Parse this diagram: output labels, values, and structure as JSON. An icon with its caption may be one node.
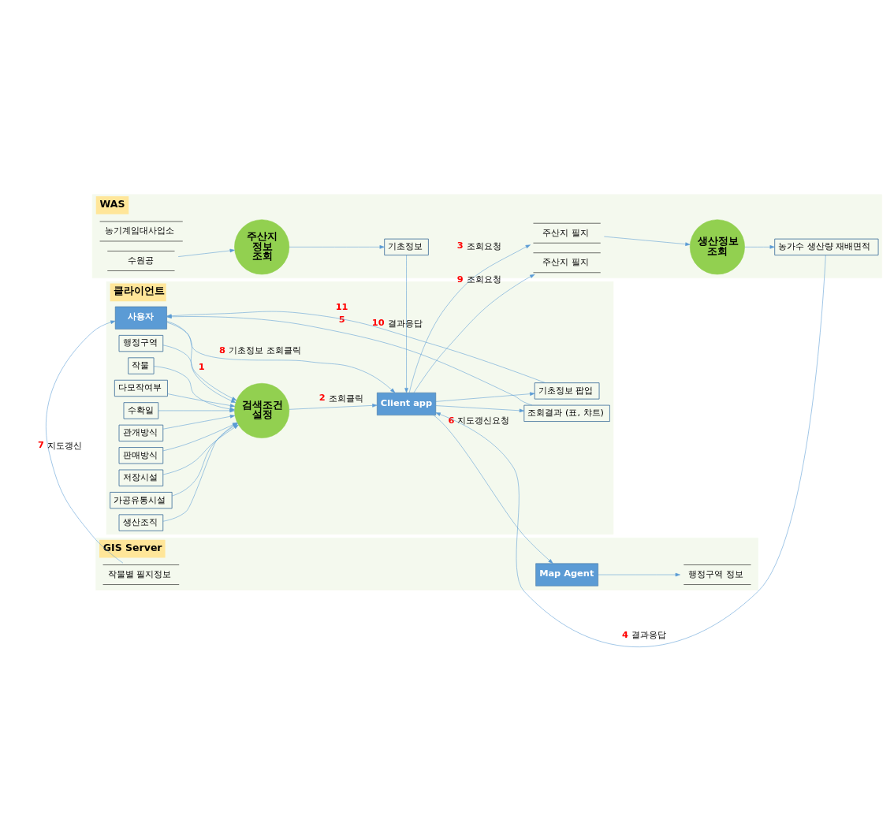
{
  "diagram": {
    "nodes": [
      {
        "text": [
          "클라이언트"
        ]
      },
      {
        "text": [
          "사용자"
        ],
        "in": 0
      },
      {
        "text": [
          "행정구역"
        ],
        "in": 0
      },
      {
        "text": [
          "작물"
        ],
        "in": 0
      },
      {
        "text": [
          "다모작여부"
        ],
        "in": 0
      },
      {
        "text": [
          "수확일"
        ],
        "in": 0
      },
      {
        "text": [
          "관개방식"
        ],
        "in": 0
      },
      {
        "text": [
          "판매방식"
        ],
        "in": 0
      },
      {
        "text": [
          "저장시설"
        ],
        "in": 0
      },
      {
        "text": [
          "가공유통시설"
        ],
        "in": 0
      },
      {
        "text": [
          "생산조직"
        ],
        "in": 0
      },
      {
        "text": [
          "검색조건 설정"
        ],
        "in": 0
      },
      {
        "text": [
          "조회결과 (표, 챠트)"
        ],
        "in": 0
      },
      {
        "text": [
          "기초정보 팝업"
        ],
        "in": 0
      },
      {
        "text": [
          "Client app"
        ],
        "in": 0
      },
      {
        "text": [
          "GIS Server"
        ]
      },
      {
        "text": [
          "작물별 필지정보"
        ],
        "in": 15
      },
      {
        "text": [
          "행정구역 정보"
        ],
        "in": 15
      },
      {
        "text": [
          "Map Agent"
        ],
        "in": 15
      },
      {
        "text": [
          "WAS"
        ]
      },
      {
        "text": [
          "주산지 필지"
        ],
        "in": 19
      },
      {
        "text": [
          "농가수 생산량 재배면적"
        ],
        "in": 19
      },
      {
        "text": [
          "생산정보 조회"
        ],
        "in": 19
      },
      {
        "text": [
          "주산지 필지"
        ],
        "in": 19
      },
      {
        "text": [
          "농기계임대사업소"
        ],
        "in": 19
      },
      {
        "text": [
          "수원공"
        ],
        "in": 19
      },
      {
        "text": [
          "기초정보"
        ],
        "in": 19
      },
      {
        "text": [
          "주산지 정보 조회"
        ],
        "in": 19
      }
    ],
    "edges": [
      {
        "from": 1,
        "to": 11,
        "arrow": "to",
        "label": "1"
      },
      {
        "from": 2,
        "to": 11,
        "arrow": "to"
      },
      {
        "from": 3,
        "to": 11,
        "arrow": "to"
      },
      {
        "from": 4,
        "to": 11,
        "arrow": "to"
      },
      {
        "from": 5,
        "to": 11,
        "arrow": "to"
      },
      {
        "from": 6,
        "to": 11,
        "arrow": "to"
      },
      {
        "from": 7,
        "to": 11,
        "arrow": "to"
      },
      {
        "from": 8,
        "to": 11,
        "arrow": "to"
      },
      {
        "from": 9,
        "to": 11,
        "arrow": "to"
      },
      {
        "from": 10,
        "to": 11,
        "arrow": "to"
      },
      {
        "from": 11,
        "to": 14,
        "arrow": "to",
        "label": "2 조회클릭"
      },
      {
        "from": 14,
        "to": 20,
        "arrow": "to",
        "label": "3 조회요청"
      },
      {
        "from": 20,
        "to": 22,
        "arrow": "to"
      },
      {
        "from": 22,
        "to": 21,
        "arrow": "to"
      },
      {
        "from": 21,
        "to": 14,
        "arrow": "to",
        "label": "4 결과응답"
      },
      {
        "from": 14,
        "to": 12,
        "arrow": "to"
      },
      {
        "from": 12,
        "to": 1,
        "arrow": "to",
        "label": "5"
      },
      {
        "from": 14,
        "to": 18,
        "arrow": "to",
        "label": "6 지도갱신요청"
      },
      {
        "from": 18,
        "to": 17,
        "arrow": "to"
      },
      {
        "from": 16,
        "to": 1,
        "arrow": "to",
        "label": "7 지도갱신"
      },
      {
        "from": 1,
        "to": 14,
        "arrow": "to",
        "label": "8 기초정보 조회클릭"
      },
      {
        "from": 14,
        "to": 23,
        "arrow": "to",
        "label": "9 조회요청"
      },
      {
        "from": 25,
        "to": 27,
        "arrow": "to"
      },
      {
        "from": 27,
        "to": 26,
        "arrow": "to"
      },
      {
        "from": 26,
        "to": 14,
        "arrow": "to",
        "label": "10 결과응답"
      },
      {
        "from": 14,
        "to": 13,
        "arrow": "to"
      },
      {
        "from": 13,
        "to": 1,
        "arrow": "to",
        "label": "11"
      }
    ]
  }
}
